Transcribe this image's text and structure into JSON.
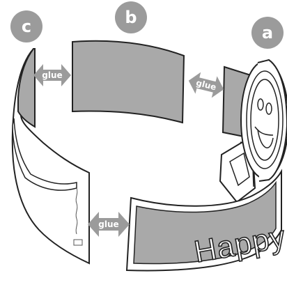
{
  "labels": {
    "a": "a",
    "b": "b",
    "c": "c"
  },
  "glue": [
    "glue",
    "glue",
    "glue"
  ],
  "band_text": "Happy",
  "colors": {
    "badge": "#9b9b9b",
    "arrow": "#9b9b9b",
    "panel_gray": "#a9a9a9",
    "outline": "#222222",
    "paper": "#ffffff"
  }
}
